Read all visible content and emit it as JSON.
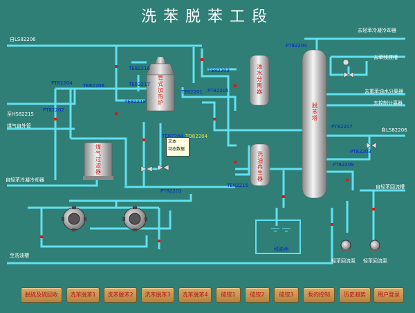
{
  "title": "洗苯脱苯工段",
  "lines": {
    "from_ls82206": "自LS82206",
    "to_light_benzene_cooler": "去轻苯冷凝冷却器",
    "to_heavy_benzene_tank": "去苯残液槽",
    "to_heavy_benzene_oil_separator": "去重苯油水分离器",
    "to_control_separator": "去控制分离器",
    "from_ls82215": "至HS82215",
    "gas_to_receiver": "煤气自外管",
    "from_light_cooler": "自轻苯冷凝冷却器",
    "from_ls82206b": "自LS82206",
    "from_light_tank": "自轻苯回流槽",
    "to_wash_tank": "至洗油槽"
  },
  "equipment": {
    "tube_furnace": "管式加热炉",
    "oil_water_separator": "油水分离器",
    "debenzene_tower": "脱苯塔",
    "gas_filter": "煤气过滤器",
    "wash_regenerator": "洗油再生器",
    "waste_oil_pool": "残油池",
    "pump1": "轻苯回流泵",
    "pump2": "轻苯回流泵"
  },
  "tags": {
    "pt82204a": "PT82204",
    "te82206": "TE82206",
    "pt82202": "PT82202",
    "te82216": "TE82216",
    "te82218": "TE82218",
    "te82217": "TE82217",
    "te82203": "TE82203",
    "te82201": "TE82201",
    "pt82205": "PT82205",
    "pt82204b": "PT82204",
    "pt82201": "PT82201",
    "te82215": "TE82215",
    "pt82207": "PT82207",
    "pt82203": "PT82203",
    "pt82209": "PT82209",
    "te82204": "TE82204",
    "to82204": "TO82204"
  },
  "popup": {
    "line1": "文本",
    "line2": "动态数据"
  },
  "nav_buttons": [
    "脱硫及硫回收",
    "洗苯脱苯1",
    "洗苯脱苯2",
    "洗苯脱苯3",
    "洗苯脱苯4",
    "硫铵1",
    "硫铵2",
    "硫铵3",
    "泵的控制",
    "历史趋势",
    "用户登录"
  ],
  "colors": {
    "background": "#2f7f76",
    "pipe": "#62e0f0",
    "button": "#c99a56"
  }
}
